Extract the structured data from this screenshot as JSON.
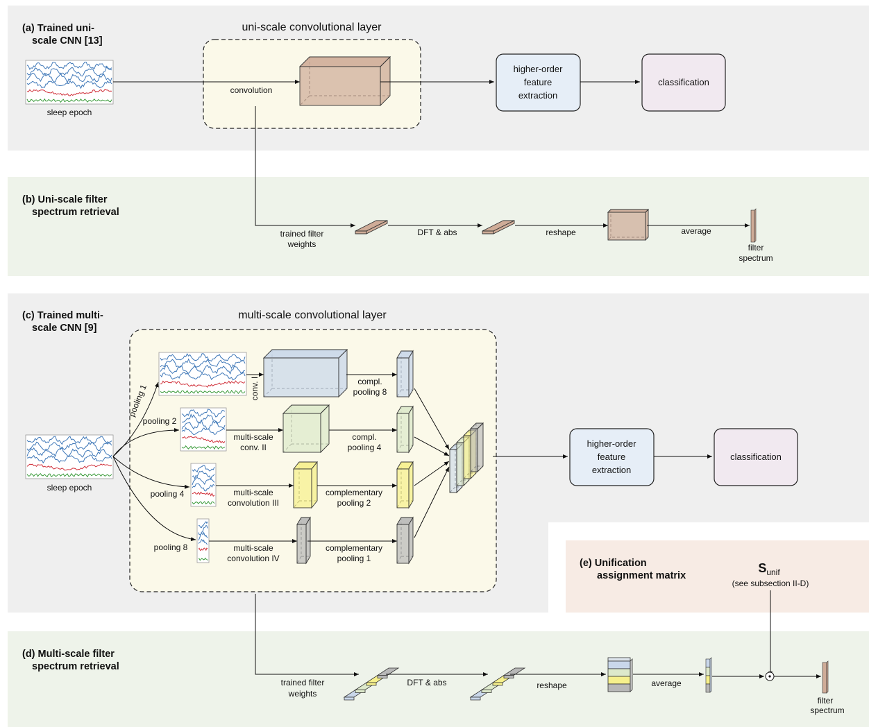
{
  "panels": {
    "a": {
      "title_line1": "(a) Trained uni-",
      "title_line2": "scale CNN [13]"
    },
    "b": {
      "title_line1": "(b) Uni-scale filter",
      "title_line2": "spectrum retrieval"
    },
    "c": {
      "title_line1": "(c) Trained multi-",
      "title_line2": "scale CNN [9]"
    },
    "d": {
      "title_line1": "(d) Multi-scale filter",
      "title_line2": "spectrum retrieval"
    },
    "e": {
      "title_line1": "(e) Unification",
      "title_line2": "assignment matrix"
    }
  },
  "uni_scale": {
    "layer_label": "uni-scale convolutional layer",
    "sleep_epoch": "sleep epoch",
    "convolution": "convolution",
    "hof_line1": "higher-order",
    "hof_line2": "feature",
    "hof_line3": "extraction",
    "classification": "classification"
  },
  "uni_retrieval": {
    "trained_filter_line1": "trained filter",
    "trained_filter_line2": "weights",
    "dft": "DFT & abs",
    "reshape": "reshape",
    "average": "average",
    "filter_line1": "filter",
    "filter_line2": "spectrum"
  },
  "multi_scale": {
    "layer_label": "multi-scale convolutional layer",
    "sleep_epoch": "sleep epoch",
    "pooling1": "pooling 1",
    "pooling2": "pooling 2",
    "pooling4": "pooling 4",
    "pooling8": "pooling 8",
    "conv1": "conv. I",
    "conv2_line1": "multi-scale",
    "conv2_line2": "conv. II",
    "conv3_line1": "multi-scale",
    "conv3_line2": "convolution III",
    "conv4_line1": "multi-scale",
    "conv4_line2": "convolution IV",
    "cpool8_line1": "compl.",
    "cpool8_line2": "pooling 8",
    "cpool4_line1": "compl.",
    "cpool4_line2": "pooling 4",
    "cpool2_line1": "complementary",
    "cpool2_line2": "pooling 2",
    "cpool1_line1": "complementary",
    "cpool1_line2": "pooling 1",
    "hof_line1": "higher-order",
    "hof_line2": "feature",
    "hof_line3": "extraction",
    "classification": "classification"
  },
  "multi_retrieval": {
    "trained_filter_line1": "trained filter",
    "trained_filter_line2": "weights",
    "dft": "DFT & abs",
    "reshape": "reshape",
    "average": "average",
    "filter_line1": "filter",
    "filter_line2": "spectrum",
    "operator": "⊙"
  },
  "unification": {
    "symbol": "S",
    "subscript": "unif",
    "note": "(see subsection II-D)"
  },
  "colors": {
    "panel_gray": "#efefef",
    "panel_green": "#eef3ea",
    "panel_pink": "#f7ebe4",
    "layer_fill": "#fbf9e9",
    "brown": "#cfac98",
    "blue": "#c9d7ea",
    "green": "#dde9cb",
    "yellow": "#f6f08c",
    "gray": "#b8b8b8",
    "hof_fill": "#e6eef7",
    "class_fill": "#f1e9f0",
    "signal_blue": "#3f78b8",
    "signal_red": "#d0303a",
    "signal_green": "#3a9b3a"
  }
}
